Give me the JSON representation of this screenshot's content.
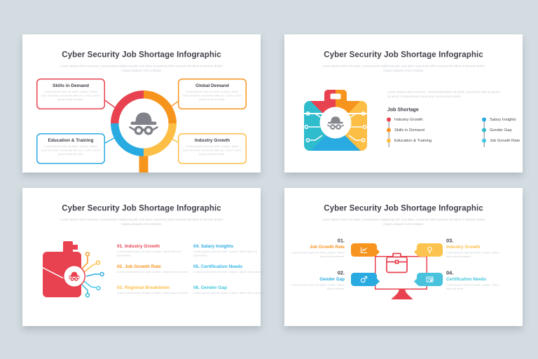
{
  "background": "#d3dce1",
  "colors": {
    "red": "#e8414f",
    "orange": "#f7941e",
    "yellow": "#fcbe45",
    "blue": "#29abe2",
    "teal": "#2fbccd",
    "cyan": "#45c8e5",
    "dark_text": "#3f4049",
    "muted_text": "#c9ccd3",
    "spy_gray": "#808289"
  },
  "s1": {
    "title": "Cyber Security Job Shortage Infographic",
    "subtitle": "Lorem ipsum dolor sit amet, consectetuer adipiscing elit, sed diam nonummy nibh euismod tincidunt ut laoreet dolore magna aliquam erat volutpat.",
    "callouts": [
      {
        "label": "Skills in Demand",
        "color": "#e8414f",
        "body": "Lorem ipsum dolor sit amet, consec- tetuer dolor sit amet, nonummy nibh au. Lorem Lorem ipsum dolor sit amet."
      },
      {
        "label": "Global Demand",
        "color": "#f7941e",
        "body": "Lorem ipsum dolor sit amet, consec- tetuer dolor sit amet, nonummy nibh au. Lorem Lorem ipsum dolor sit amet."
      },
      {
        "label": "Education & Training",
        "color": "#29abe2",
        "body": "Lorem ipsum dolor sit amet, consec- tetuer dolor sit amet, nonummy nibh au. Lorem Lorem ipsum dolor sit amet."
      },
      {
        "label": "Industry Growth",
        "color": "#fcbe45",
        "body": "Lorem ipsum dolor sit amet, consec- tetuer dolor sit amet, nonummy nibh au. Lorem Lorem ipsum dolor sit amet."
      }
    ]
  },
  "s2": {
    "title": "Cyber Security Job Shortage Infographic",
    "subtitle": "Lorem ipsum dolor sit amet, consectetuer adipiscing elit, sed diam nonummy nibh euismod tincidunt ut laoreet dolore magna aliquam erat volutpat.",
    "intro": "Lorem ipsum dolor sit amet, consectetuerdolor sit amet, nonummy nibh au ipsum sit amet, Consectetuer nonummy Lorem ipsum dolor.",
    "legend_title": "Job Shortage",
    "legend_col1": [
      {
        "label": "Industry Growth",
        "color": "#e8414f"
      },
      {
        "label": "Skills in Demand",
        "color": "#f7941e"
      },
      {
        "label": "Education & Training",
        "color": "#fcbe45"
      }
    ],
    "legend_col2": [
      {
        "label": "Salary Insights",
        "color": "#29abe2"
      },
      {
        "label": "Gender Gap",
        "color": "#2fbccd"
      },
      {
        "label": "Job Growth Rate",
        "color": "#45c8e5"
      }
    ]
  },
  "s3": {
    "title": "Cyber Security Job Shortage Infographic",
    "subtitle": "Lorem ipsum dolor sit amet, consectetuer adipiscing elit, sed diam nonummy nibh euismod tincidunt ut laoreet dolore magna aliquam erat volutpat.",
    "items": [
      {
        "num": "01.",
        "label": "Industry Growth",
        "color": "#e8414f",
        "body": "Lorem ipsum dolor sit amet, consec- tetuer dolor sit ipsumamet."
      },
      {
        "num": "02.",
        "label": "Job Growth Rate",
        "color": "#f7941e",
        "body": "Lorem ipsum dolor sit amet, consec- tetuer dolor sit amet."
      },
      {
        "num": "03.",
        "label": "Regional Breakdown",
        "color": "#fcbe45",
        "body": "Lorem ipsum dolor sit amet, consec- tetuer dolor sit amet."
      },
      {
        "num": "04.",
        "label": "Salary Insights",
        "color": "#29abe2",
        "body": "Lorem ipsum dolor sit amet, consec- tetuer dolor sit ipsumamet."
      },
      {
        "num": "05.",
        "label": "Certification Needs",
        "color": "#2eb5e8",
        "body": "Lorem ipsum dolor sit amet, consec- tetuer dolor sit amet."
      },
      {
        "num": "06.",
        "label": "Gender Gap",
        "color": "#3fc6dc",
        "body": "Lorem ipsum dolor sit amet, consec- tetuer dolor sit amet."
      }
    ]
  },
  "s4": {
    "title": "Cyber Security Job Shortage Infographic",
    "subtitle": "Lorem ipsum dolor sit amet, consectetuer adipiscing elit, sed diam nonummy nibh euismod tincidunt ut laoreet dolore magna aliquam erat volutpat.",
    "items": [
      {
        "num": "01.",
        "label": "Job Growth Rate",
        "color": "#f7941e",
        "body": "Lorem ipsum dolor sit amet, consec- tetuer dolor sit ipsumamet."
      },
      {
        "num": "02.",
        "label": "Gender Gap",
        "color": "#29abe2",
        "body": "Lorem ipsum dolor sit amet, consec- tetuer dolor sit amet."
      },
      {
        "num": "03.",
        "label": "Industry Growth",
        "color": "#fcbe45",
        "body": "Lorem ipsum dolor sit amet, consec- tetuer dolor sit ipsumamet."
      },
      {
        "num": "04.",
        "label": "Certification Needs",
        "color": "#49c2dd",
        "body": "Lorem ipsum dolor sit amet, consec- tetuer dolor sit amet."
      }
    ]
  }
}
